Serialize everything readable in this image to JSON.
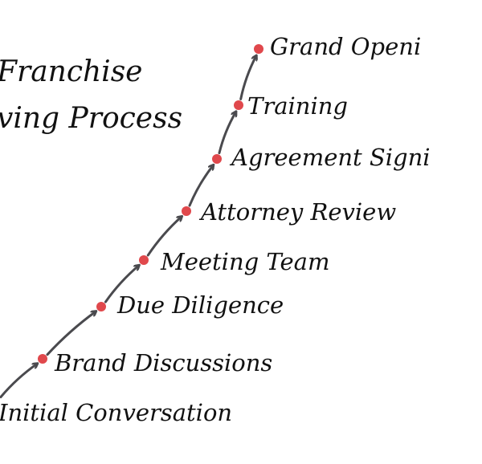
{
  "title": {
    "line1": "Franchise",
    "line2": "ving Process"
  },
  "colors": {
    "dot": "#e0484c",
    "arrow": "#4a4a4e",
    "text": "#111111"
  },
  "steps": [
    {
      "label": "Initial Conversation"
    },
    {
      "label": "Brand Discussions"
    },
    {
      "label": "Due Diligence"
    },
    {
      "label": "Meeting Team"
    },
    {
      "label": "Attorney Review"
    },
    {
      "label": "Agreement Signi"
    },
    {
      "label": "Training"
    },
    {
      "label": "Grand Openi"
    }
  ]
}
